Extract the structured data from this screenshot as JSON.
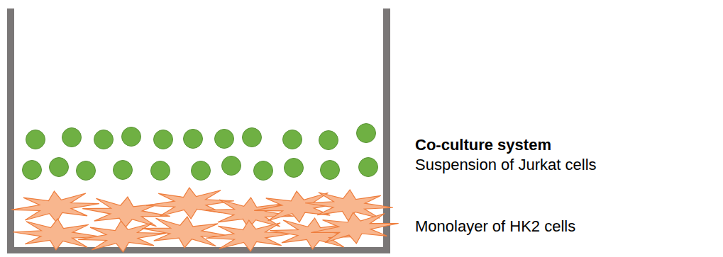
{
  "diagram": {
    "title": "Co-culture system",
    "labels": [
      "Suspension of Jurkat cells",
      "Monolayer of HK2 cells"
    ]
  }
}
